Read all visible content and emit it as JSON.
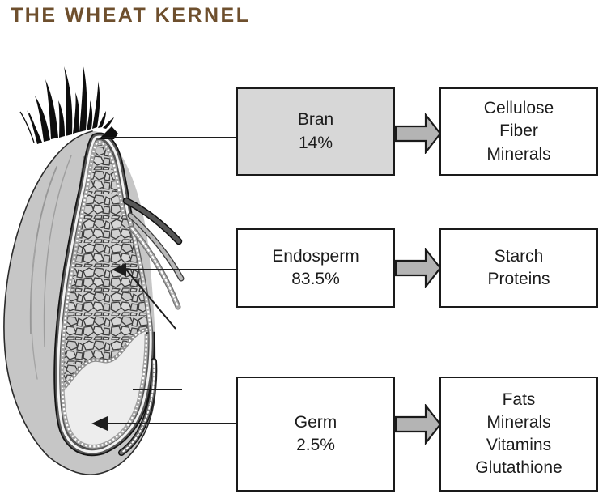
{
  "title": "THE WHEAT KERNEL",
  "colors": {
    "title_text": "#6e4f2d",
    "shaded_box_fill": "#d7d7d7",
    "white_box_fill": "#ffffff",
    "box_border": "#1a1a1a",
    "flow_arrow_fill": "#b4b4b4",
    "kernel_body": "#c6c6c6",
    "bran_band": "#585858",
    "endosperm_cells": "#cdcdcd",
    "germ_fill": "#ededed"
  },
  "rows": [
    {
      "part": {
        "name": "Bran",
        "percent": "14%"
      },
      "components": [
        "Cellulose",
        "Fiber",
        "Minerals"
      ]
    },
    {
      "part": {
        "name": "Endosperm",
        "percent": "83.5%"
      },
      "components": [
        "Starch",
        "Proteins"
      ]
    },
    {
      "part": {
        "name": "Germ",
        "percent": "2.5%"
      },
      "components": [
        "Fats",
        "Minerals",
        "Vitamins",
        "Glutathione"
      ]
    }
  ]
}
